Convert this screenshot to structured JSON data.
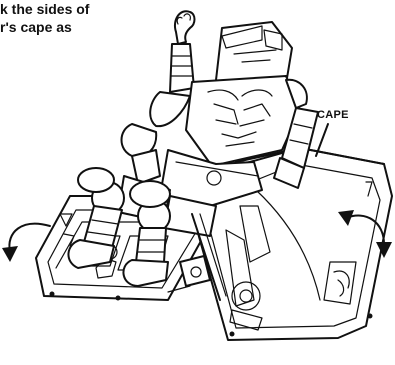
{
  "instruction_line1": "k the sides of",
  "instruction_line2": "r's cape as",
  "callout_label": "CAPE"
}
